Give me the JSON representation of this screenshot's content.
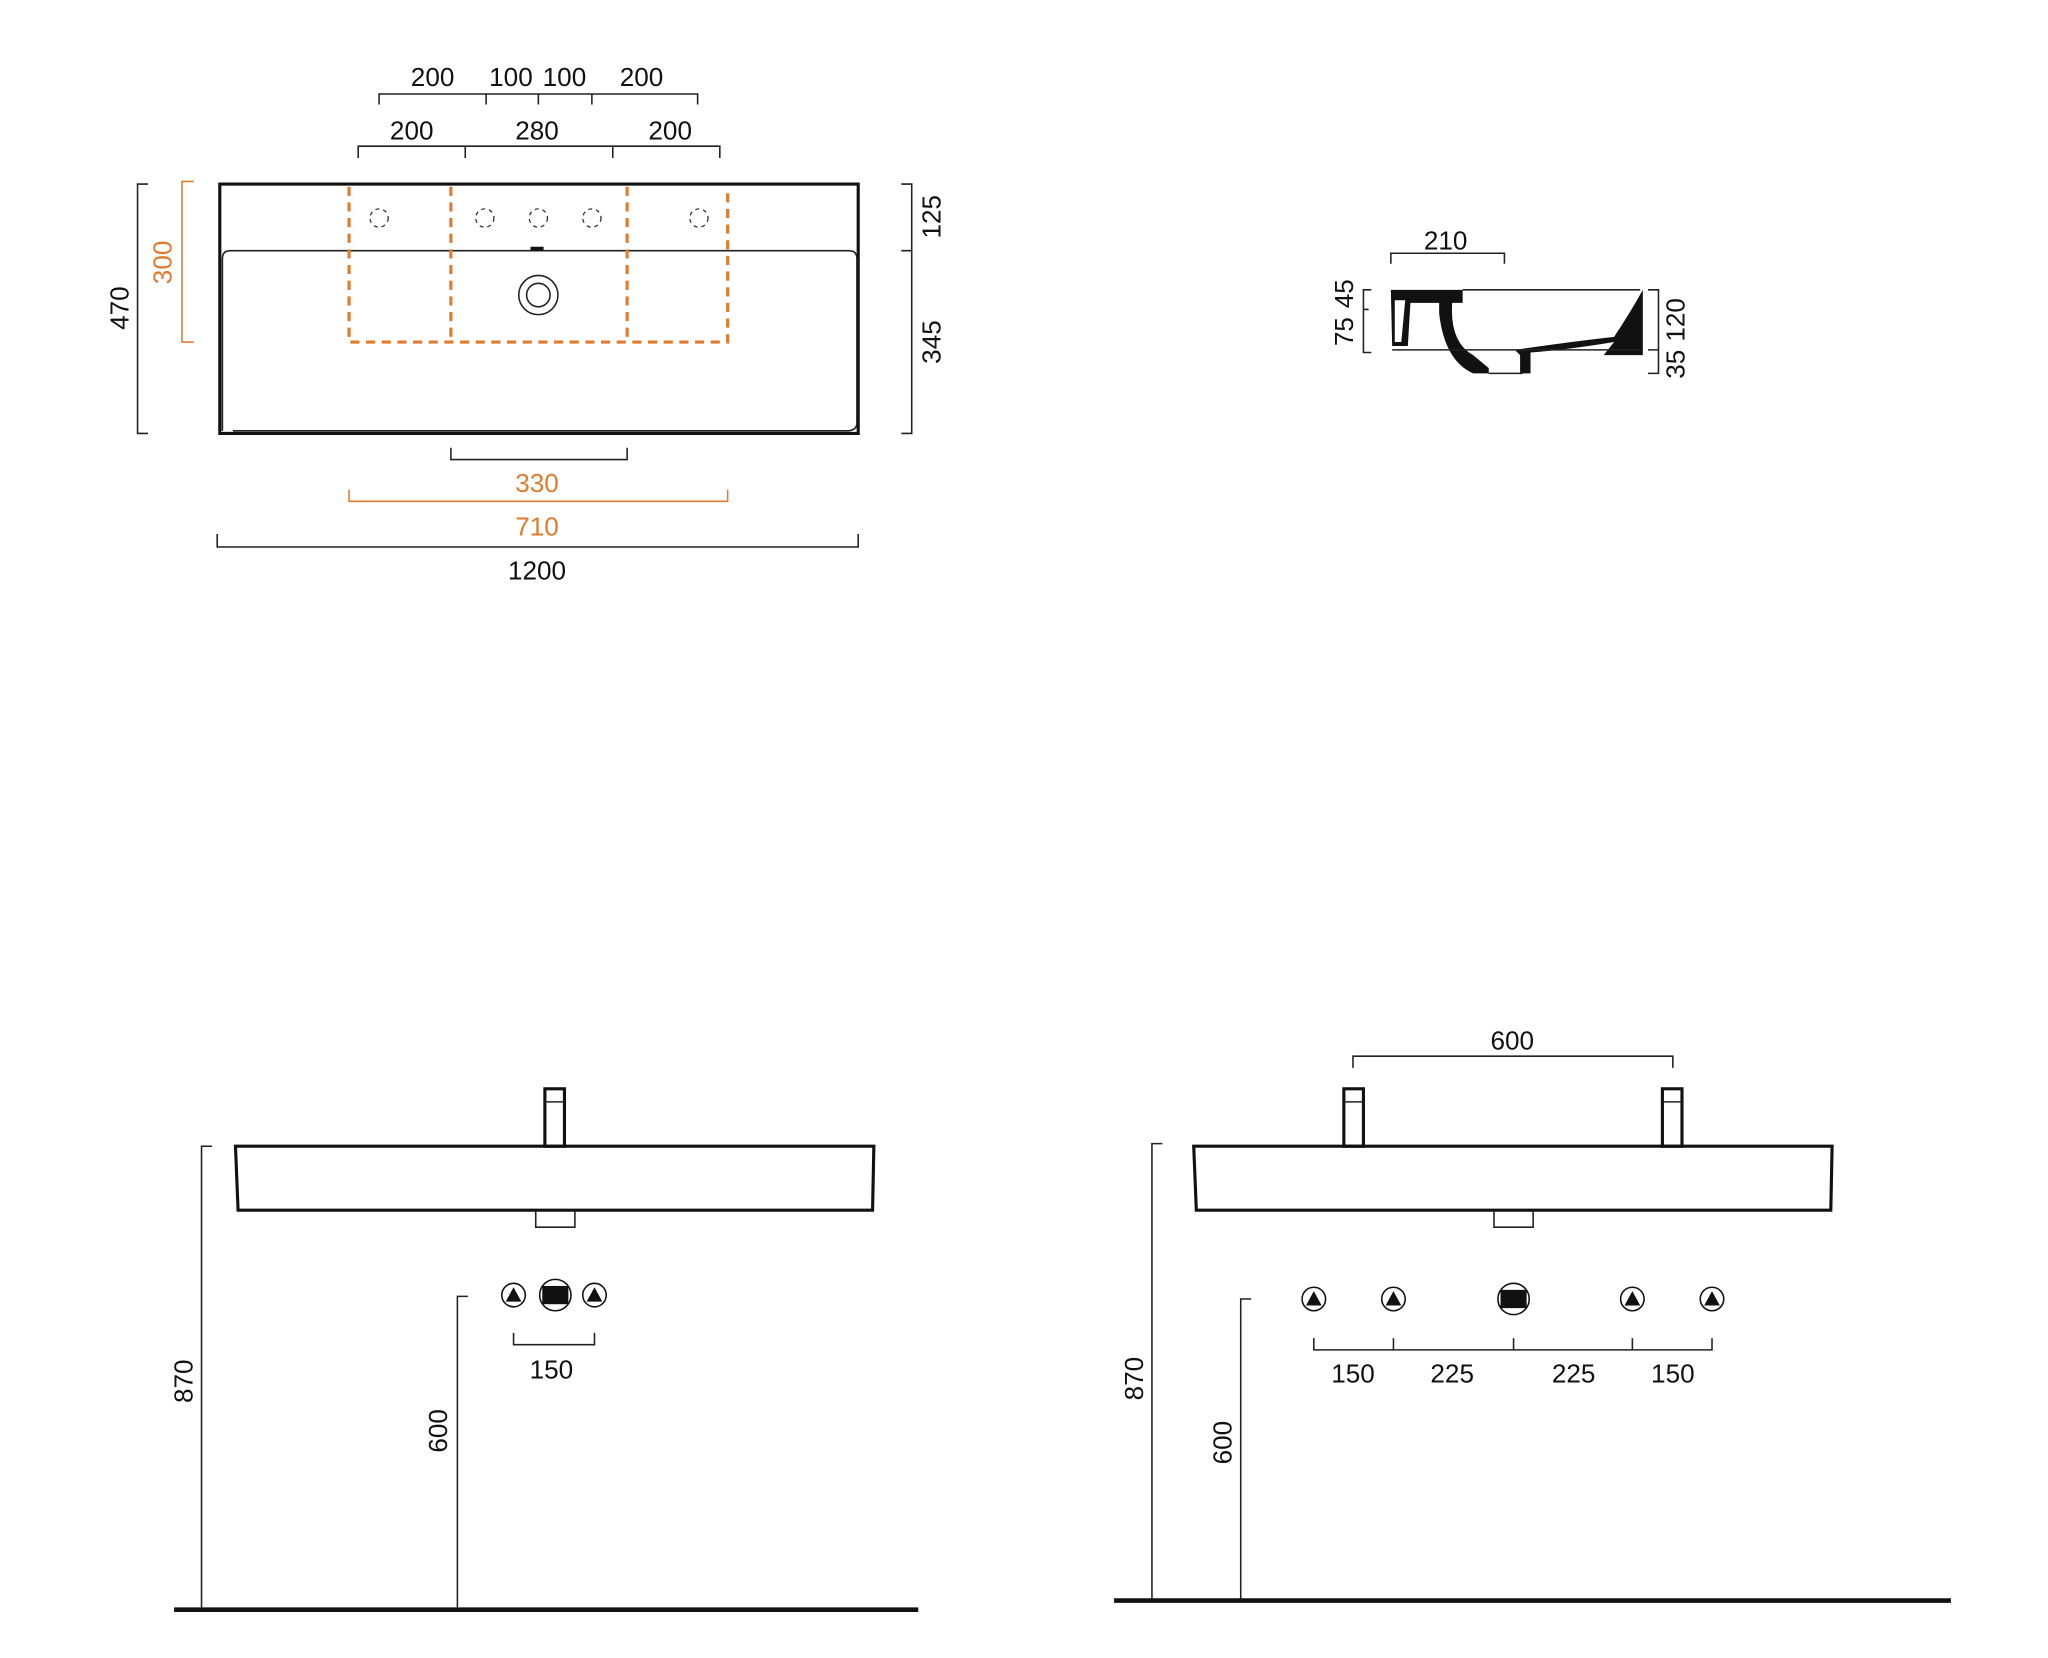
{
  "colors": {
    "accent": "#E07B2E",
    "line": "#111111"
  },
  "top_view": {
    "dims_top_row": [
      "200",
      "100",
      "100",
      "200"
    ],
    "dims_second_row": [
      "200",
      "280",
      "200"
    ],
    "height_total": "470",
    "height_orange": "300",
    "right_upper": "125",
    "right_lower": "345",
    "bottom_inner": "330",
    "bottom_orange": "710",
    "width_total": "1200"
  },
  "section_view": {
    "width": "210",
    "left_upper": "45",
    "left_lower": "75",
    "right_upper": "120",
    "right_lower": "35"
  },
  "front_single": {
    "height_basin": "870",
    "height_supply": "600",
    "spacing": "150"
  },
  "front_double": {
    "tap_spacing": "600",
    "height_basin": "870",
    "height_supply": "600",
    "spacings": [
      "150",
      "225",
      "225",
      "150"
    ]
  }
}
